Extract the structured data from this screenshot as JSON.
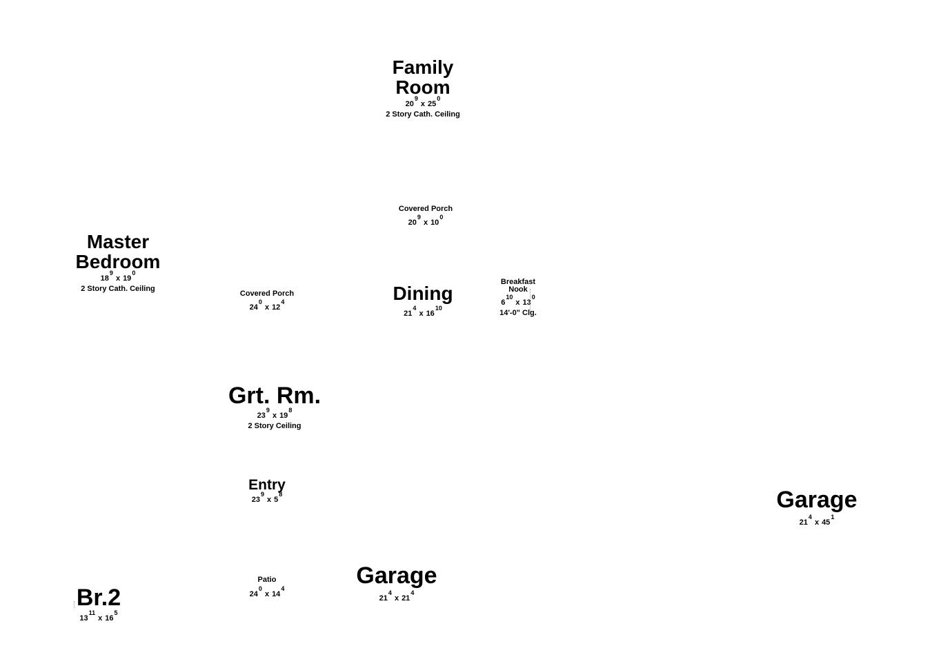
{
  "rooms": [
    {
      "id": "family-room",
      "name_lines": [
        "Family",
        "Room"
      ],
      "w": "20",
      "w_in": "9",
      "l": "25",
      "l_in": "0",
      "note": "2 Story Cath. Ceiling"
    },
    {
      "id": "covered-porch-rear",
      "name_lines": [
        "Covered Porch"
      ],
      "w": "20",
      "w_in": "9",
      "l": "10",
      "l_in": "0",
      "note": ""
    },
    {
      "id": "master-bedroom",
      "name_lines": [
        "Master",
        "Bedroom"
      ],
      "w": "18",
      "w_in": "9",
      "l": "19",
      "l_in": "0",
      "note": "2 Story Cath. Ceiling"
    },
    {
      "id": "covered-porch-side",
      "name_lines": [
        "Covered Porch"
      ],
      "w": "24",
      "w_in": "0",
      "l": "12",
      "l_in": "4",
      "note": ""
    },
    {
      "id": "dining",
      "name_lines": [
        "Dining"
      ],
      "w": "21",
      "w_in": "4",
      "l": "16",
      "l_in": "10",
      "note": ""
    },
    {
      "id": "breakfast-nook",
      "name_lines": [
        "Breakfast",
        "Nook"
      ],
      "w": "6",
      "w_in": "10",
      "l": "13",
      "l_in": "0",
      "note": "14'-0\" Clg."
    },
    {
      "id": "great-room",
      "name_lines": [
        "Grt. Rm."
      ],
      "w": "23",
      "w_in": "9",
      "l": "19",
      "l_in": "8",
      "note": "2 Story Ceiling"
    },
    {
      "id": "entry",
      "name_lines": [
        "Entry"
      ],
      "w": "23",
      "w_in": "9",
      "l": "5",
      "l_in": "8",
      "note": ""
    },
    {
      "id": "garage-right",
      "name_lines": [
        "Garage"
      ],
      "w": "21",
      "w_in": "4",
      "l": "45",
      "l_in": "1",
      "note": ""
    },
    {
      "id": "patio",
      "name_lines": [
        "Patio"
      ],
      "w": "24",
      "w_in": "0",
      "l": "14",
      "l_in": "4",
      "note": ""
    },
    {
      "id": "garage-center",
      "name_lines": [
        "Garage"
      ],
      "w": "21",
      "w_in": "4",
      "l": "21",
      "l_in": "4",
      "note": ""
    },
    {
      "id": "bedroom-2",
      "name_lines": [
        "Br.2"
      ],
      "w": "13",
      "w_in": "11",
      "l": "16",
      "l_in": "5",
      "note": ""
    }
  ],
  "dims_separator": "x"
}
